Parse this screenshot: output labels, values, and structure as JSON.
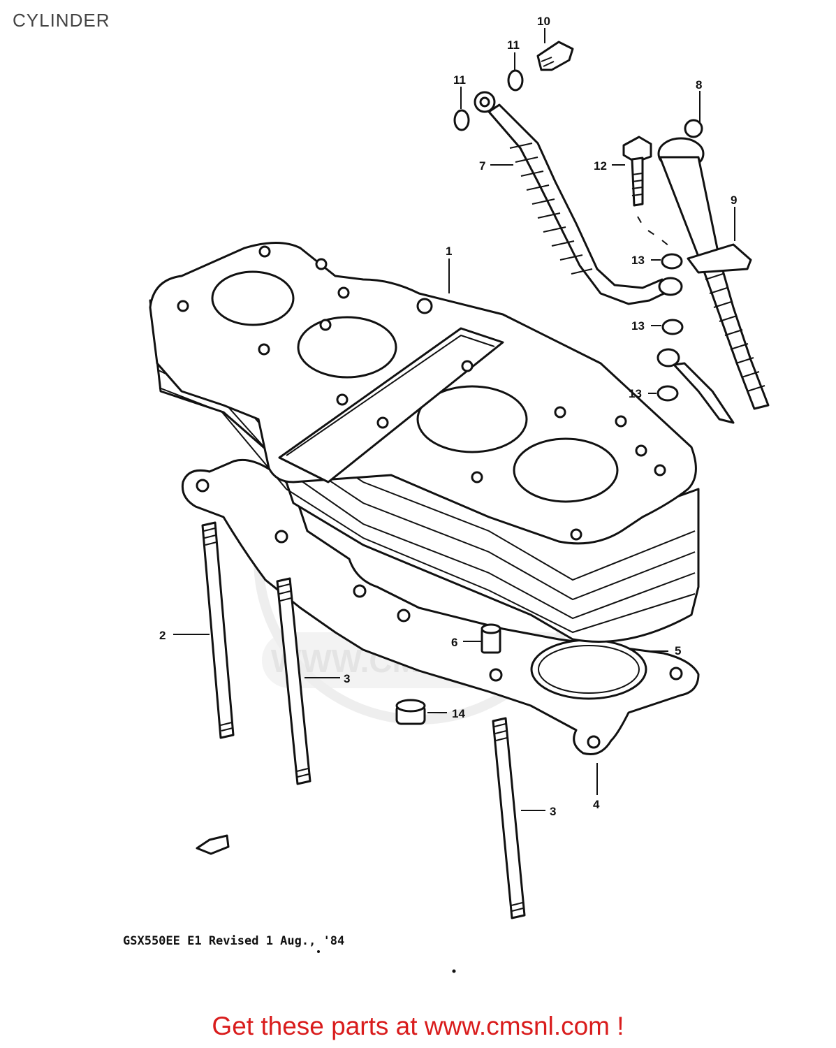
{
  "page": {
    "title": "CYLINDER"
  },
  "callouts": {
    "c1": "1",
    "c2": "2",
    "c3a": "3",
    "c3b": "3",
    "c4": "4",
    "c5": "5",
    "c6": "6",
    "c7": "7",
    "c8": "8",
    "c9": "9",
    "c10": "10",
    "c11a": "11",
    "c11b": "11",
    "c12": "12",
    "c13a": "13",
    "c13b": "13",
    "c13c": "13",
    "c14": "14"
  },
  "watermark": {
    "text": "WWW.CMSNL.COM"
  },
  "footnote": {
    "text": "GSX550EE E1  Revised 1 Aug., '84"
  },
  "footer": {
    "link_text": "Get these parts at www.cmsnl.com !"
  },
  "colors": {
    "footer_link": "#d91c1c",
    "title": "#444444",
    "line": "#111111"
  }
}
